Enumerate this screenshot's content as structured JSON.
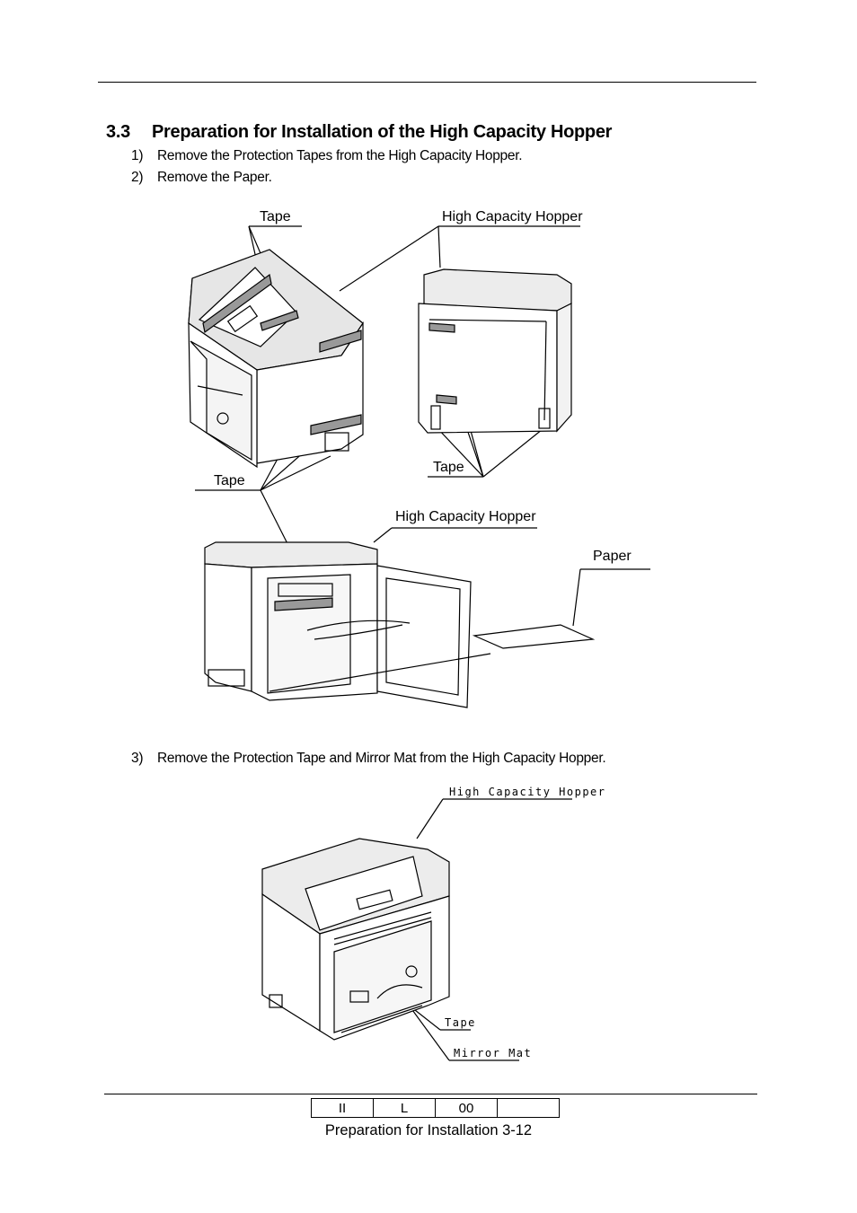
{
  "section": {
    "number": "3.3",
    "title": "Preparation for Installation of the High Capacity Hopper"
  },
  "steps": [
    {
      "num": "1)",
      "text": "Remove the Protection Tapes from the High Capacity Hopper."
    },
    {
      "num": "2)",
      "text": "Remove the Paper."
    },
    {
      "num": "3)",
      "text": "Remove the Protection Tape and Mirror Mat from the High Capacity Hopper."
    }
  ],
  "figure1": {
    "labels": {
      "tape_top": "Tape",
      "hopper_top": "High Capacity Hopper",
      "tape_left": "Tape",
      "tape_right": "Tape",
      "hopper_mid": "High Capacity Hopper",
      "paper": "Paper"
    }
  },
  "figure2": {
    "labels": {
      "hopper": "High Capacity Hopper",
      "tape": "Tape",
      "mirror_mat": "Mirror Mat"
    }
  },
  "footer": {
    "cells": [
      "II",
      "L",
      "00",
      ""
    ],
    "caption": "Preparation for Installation 3-12"
  }
}
